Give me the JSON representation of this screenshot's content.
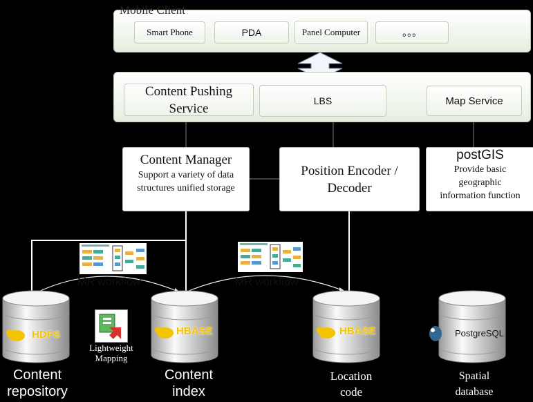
{
  "mobile_client": {
    "title": "Mobile Client",
    "devices": [
      "Smart Phone",
      "PDA",
      "Panel Computer",
      "。。。"
    ]
  },
  "services": {
    "content_pushing": "Content Pushing Service",
    "lbs": "LBS",
    "map_service": "Map Service"
  },
  "content_manager": {
    "title": "Content Manager",
    "desc": "Support a variety of data structures unified storage"
  },
  "position_encoder": {
    "title": "Position Encoder / Decoder"
  },
  "postgis": {
    "title": "postGIS",
    "desc": "Provide basic geographic information function"
  },
  "workflows": {
    "left": "MR workflow",
    "right": "MR workflow"
  },
  "mapping": {
    "label": "Lightweight Mapping"
  },
  "databases": [
    {
      "badge": "HDFS",
      "label": "Content repository"
    },
    {
      "badge": "HBASE",
      "label": "Content index"
    },
    {
      "badge": "HBASE",
      "label": "Location code"
    },
    {
      "badge": "PostgreSQL",
      "label": "Spatial database"
    }
  ],
  "colors": {
    "panel": "#e6eee0",
    "hadoop_yellow": "#f5c400",
    "postgres_blue": "#336791",
    "background": "#000000"
  }
}
